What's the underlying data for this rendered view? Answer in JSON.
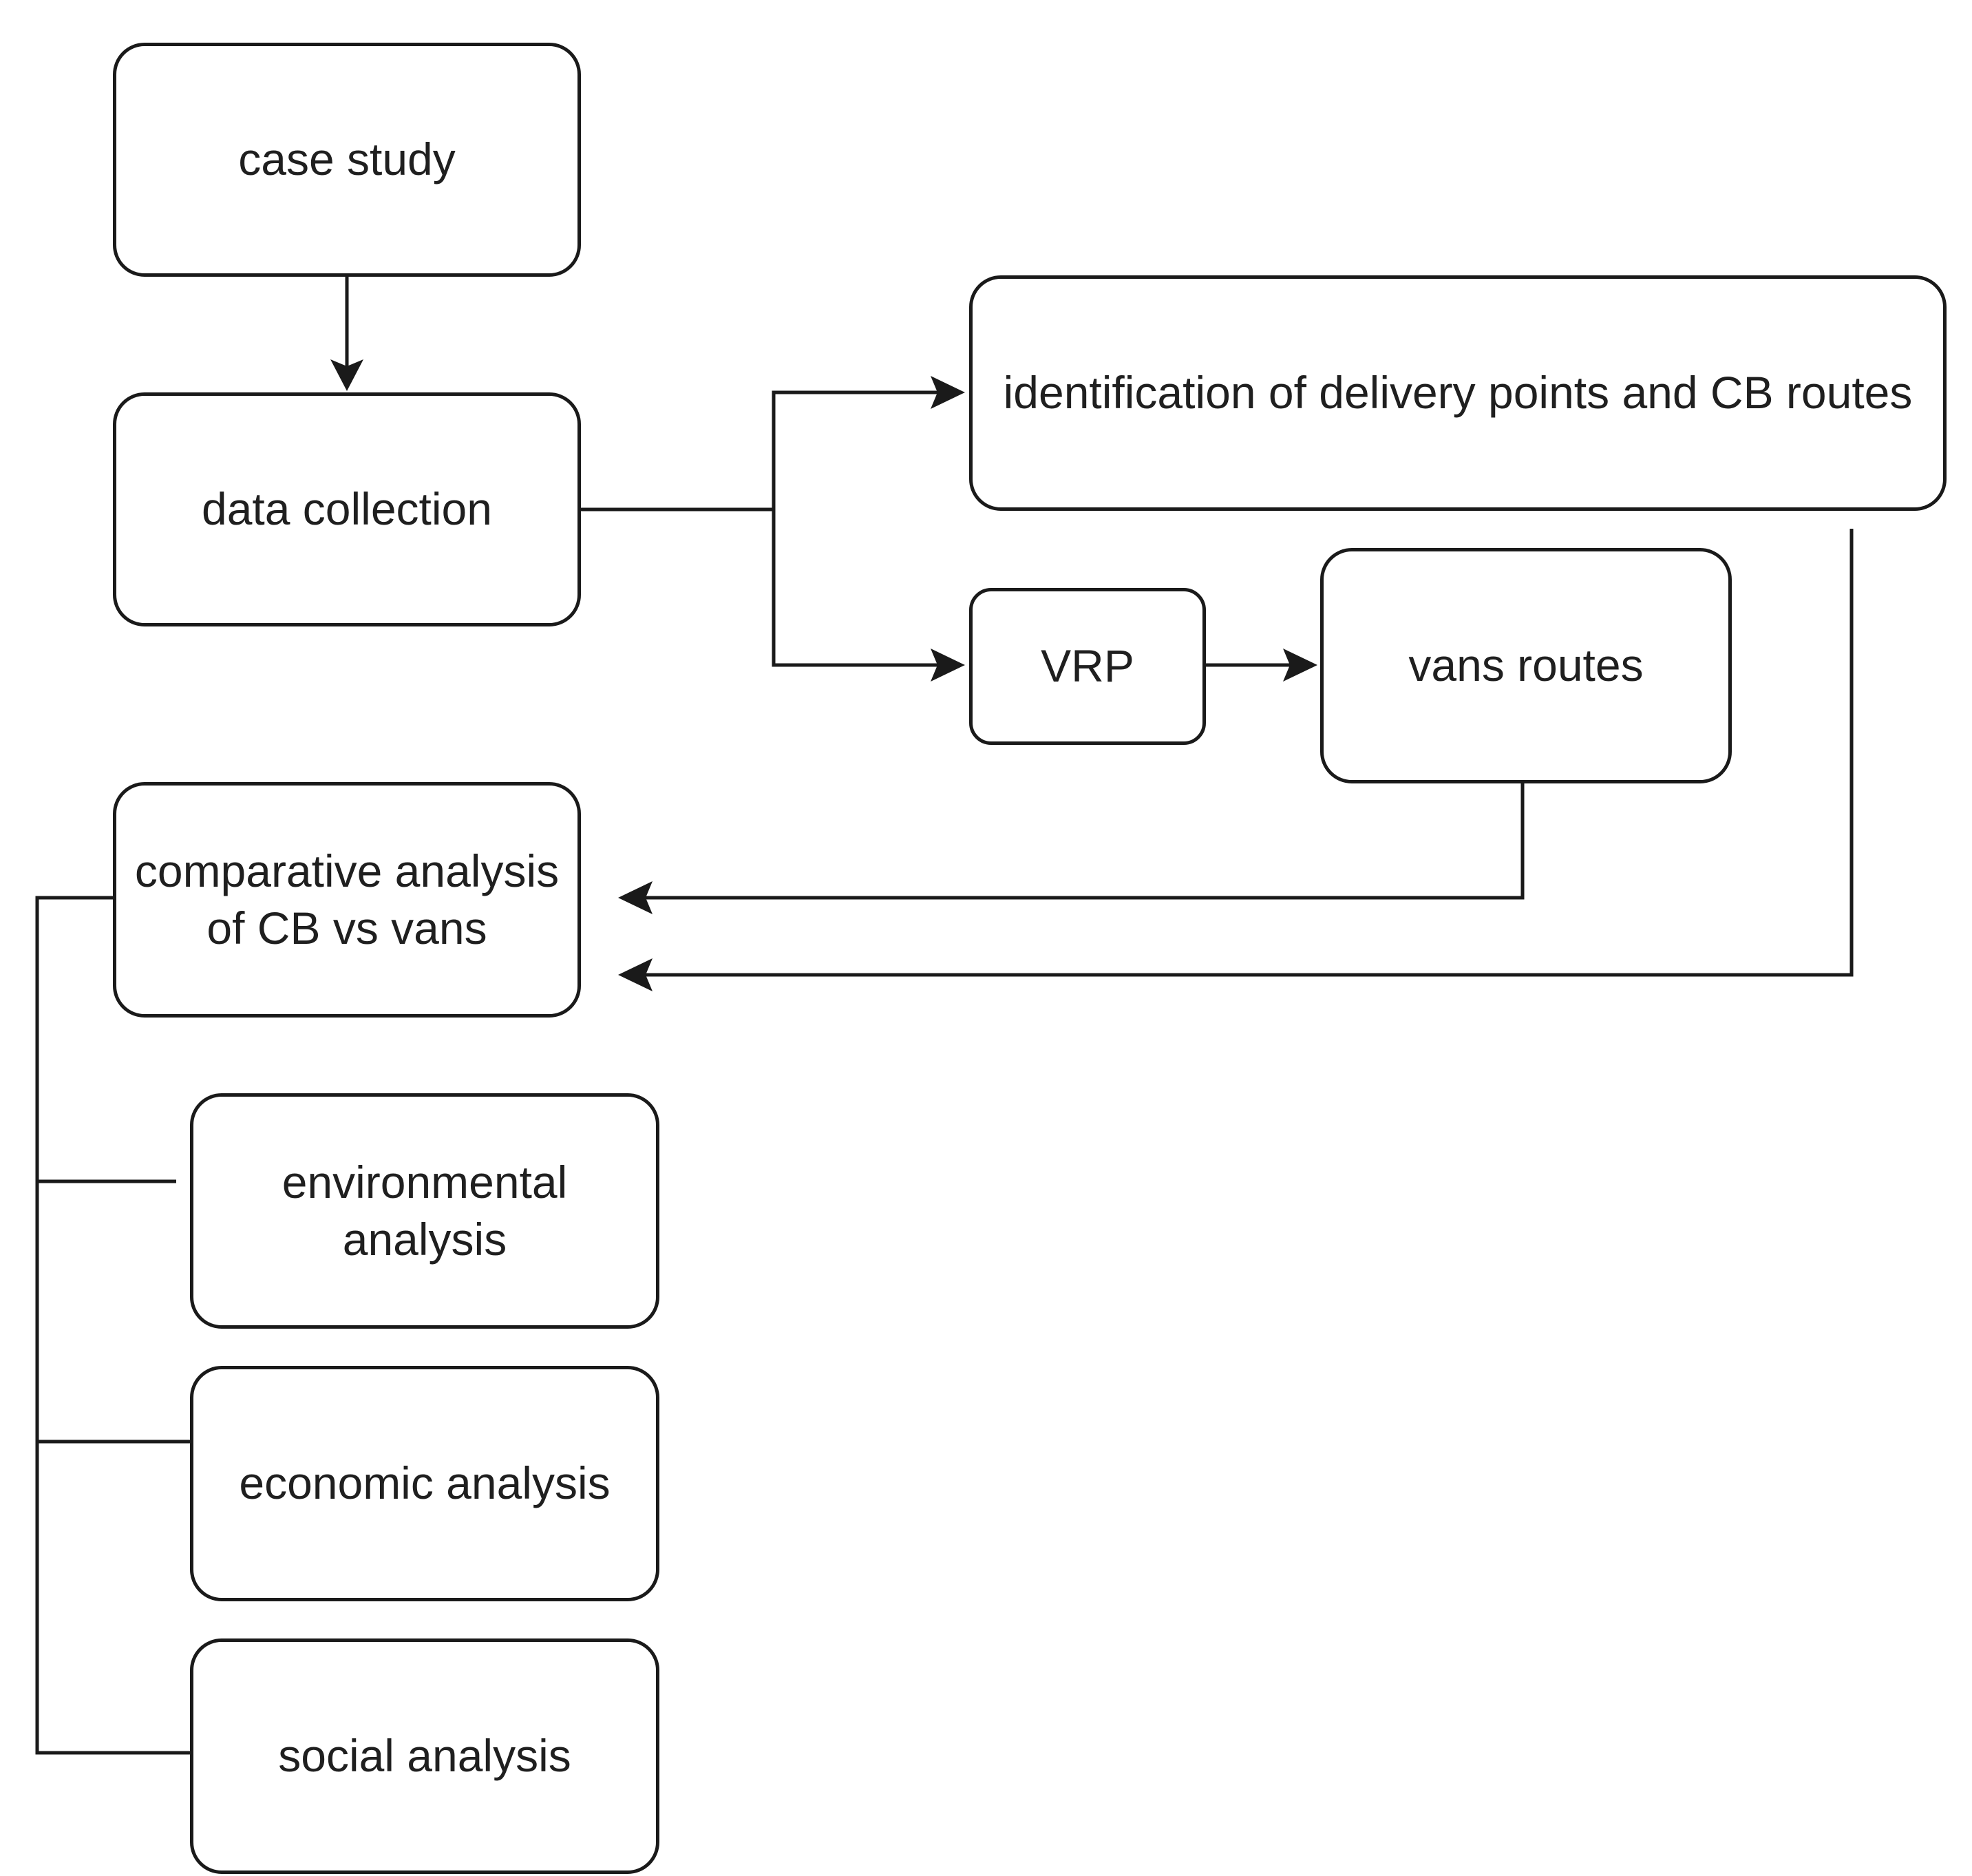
{
  "diagram": {
    "nodes": {
      "case_study": "case study",
      "data_collection": "data collection",
      "identification": "identification of delivery points and CB routes",
      "vrp": "VRP",
      "vans_routes": "vans routes",
      "comparative_line1": "comparative analysis",
      "comparative_line2": "of CB vs vans",
      "environmental_line1": "environmental",
      "environmental_line2": "analysis",
      "economic": "economic analysis",
      "social": "social analysis"
    },
    "colors": {
      "stroke": "#1a1a1a",
      "text": "#1f1f1f",
      "background": "#ffffff"
    }
  }
}
